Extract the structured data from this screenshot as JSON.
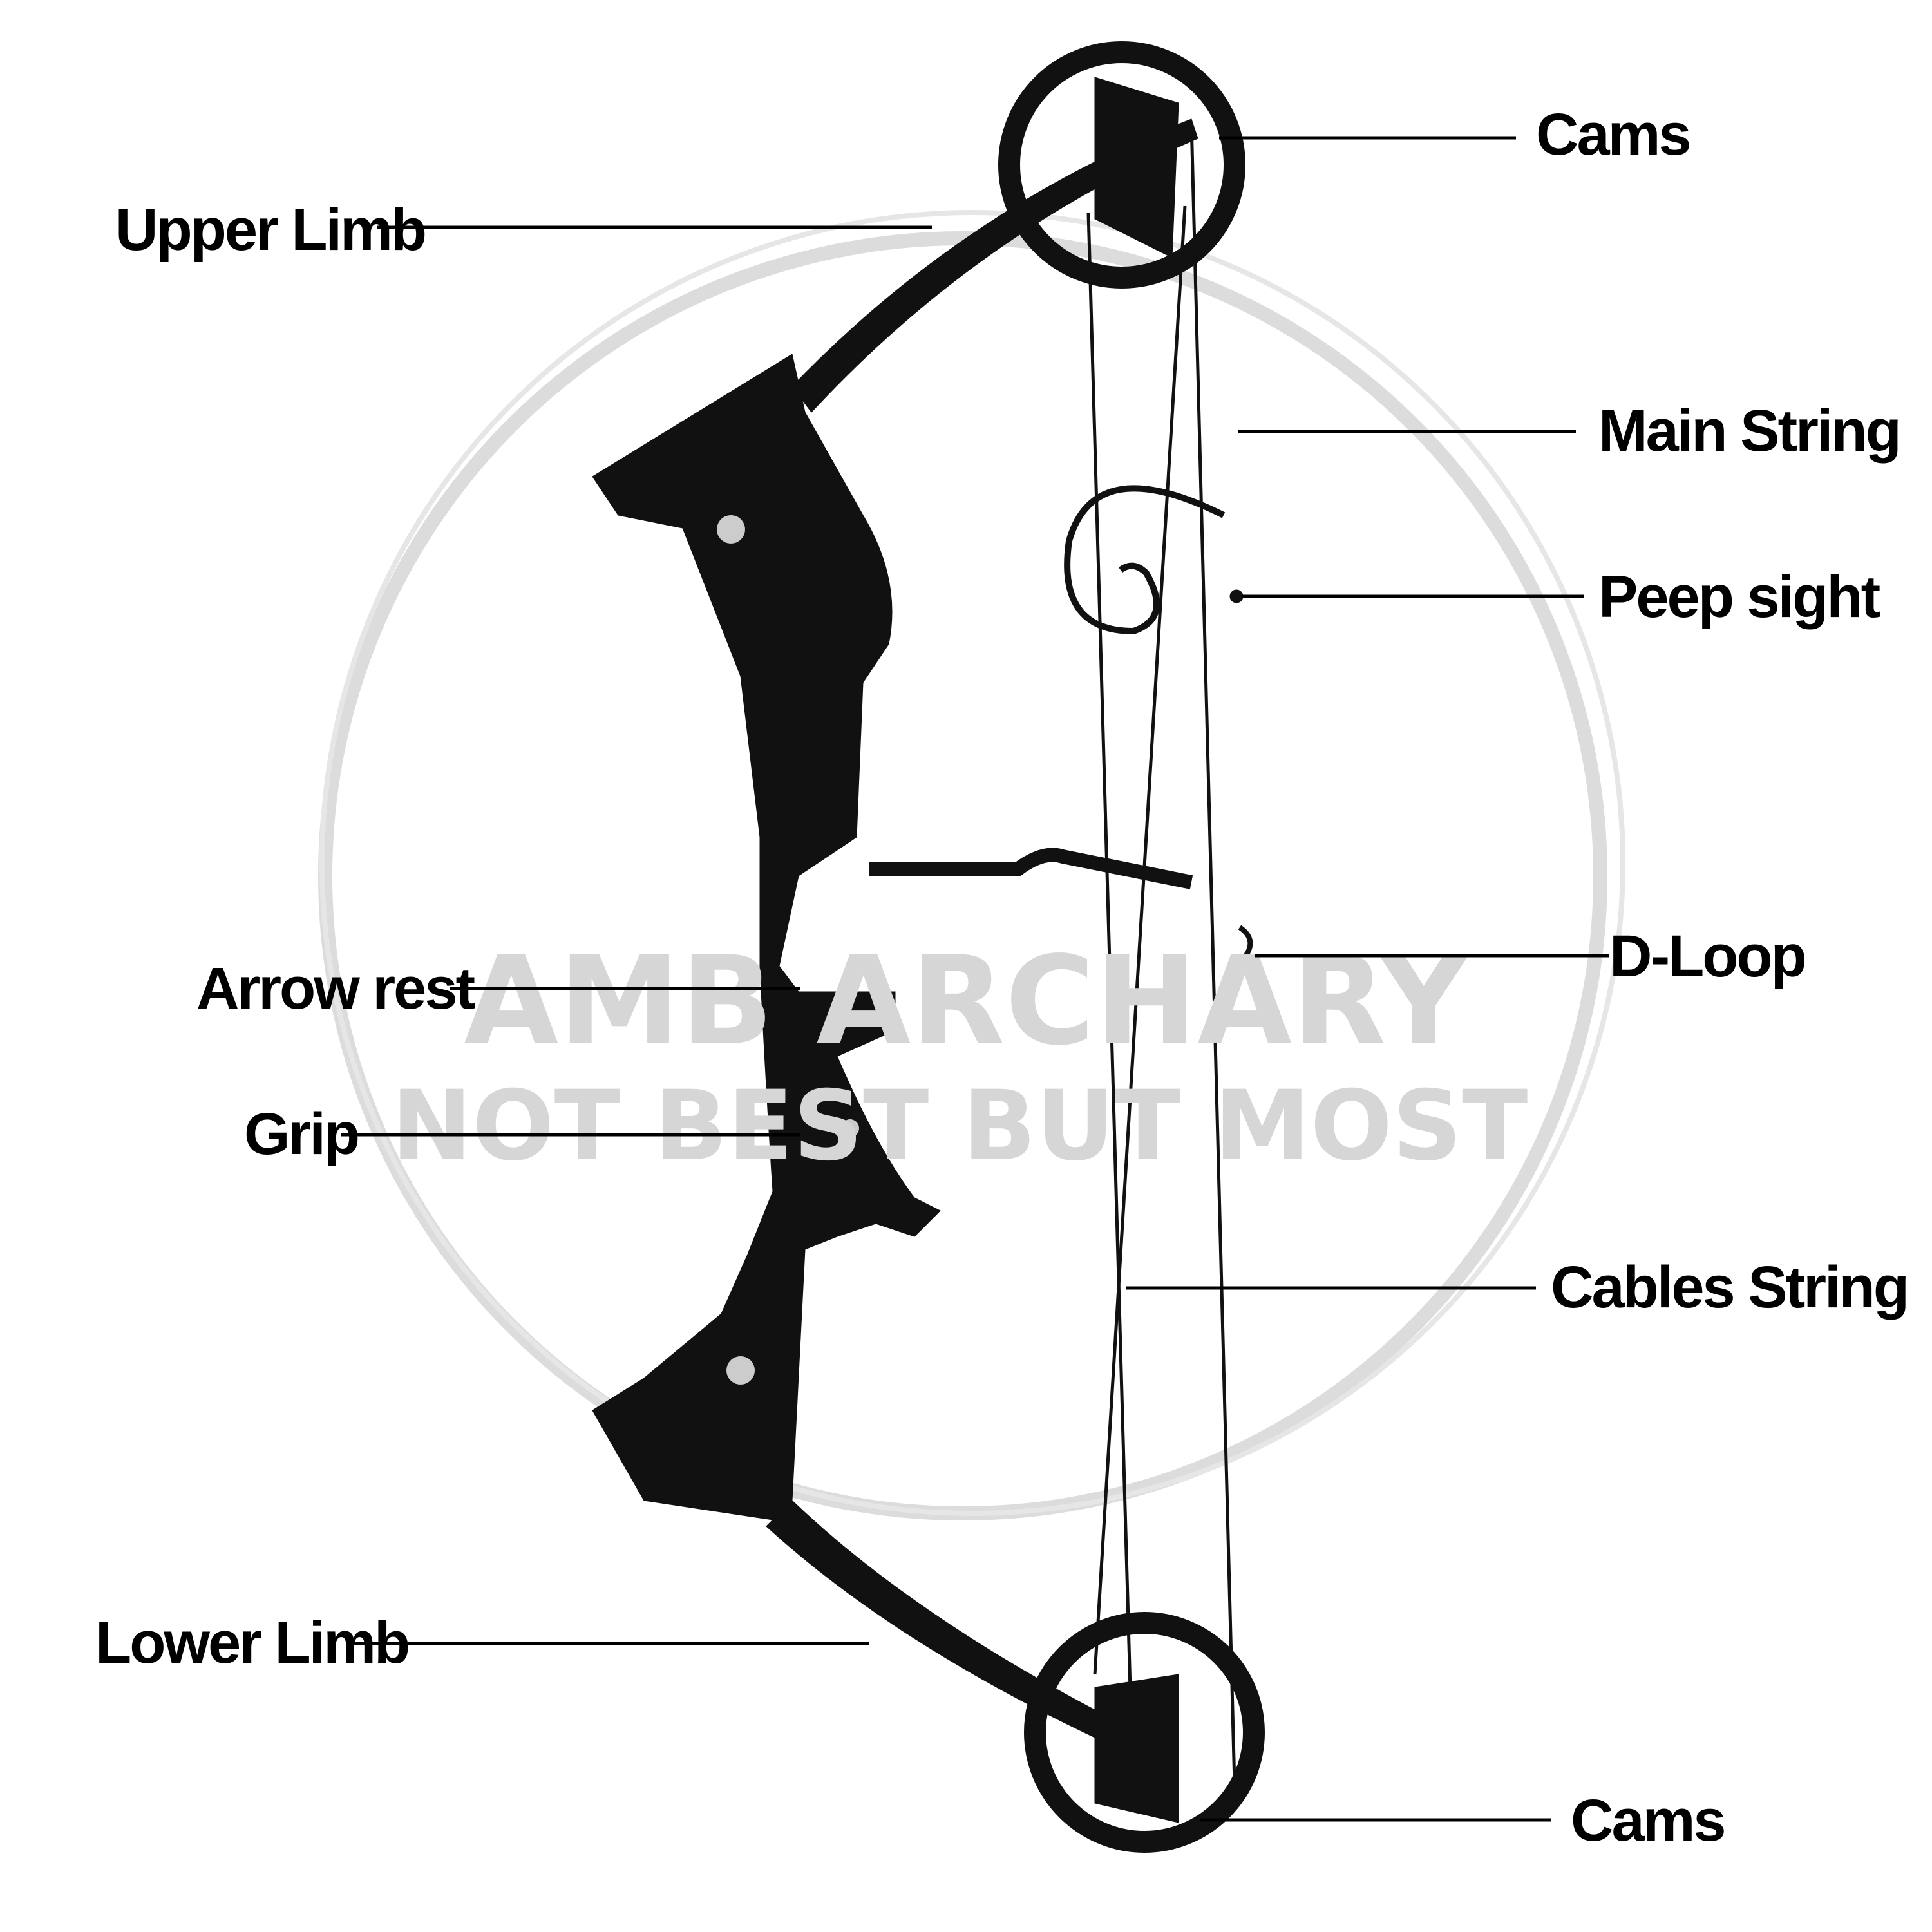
{
  "labels": {
    "cams_top": "Cams",
    "upper_limb": "Upper Limb",
    "main_string": "Main String",
    "peep_sight": "Peep sight",
    "d_loop": "D-Loop",
    "arrow_rest": "Arrow rest",
    "grip": "Grip",
    "cables_string": "Cables String",
    "lower_limb": "Lower Limb",
    "cams_bottom": "Cams"
  },
  "watermark": {
    "line1": "AMB ARCHARY",
    "line2": "NOT BEST BUT MOST"
  },
  "colors": {
    "bow": "#111111",
    "watermark": "#d6d6d6",
    "label": "#000000"
  }
}
